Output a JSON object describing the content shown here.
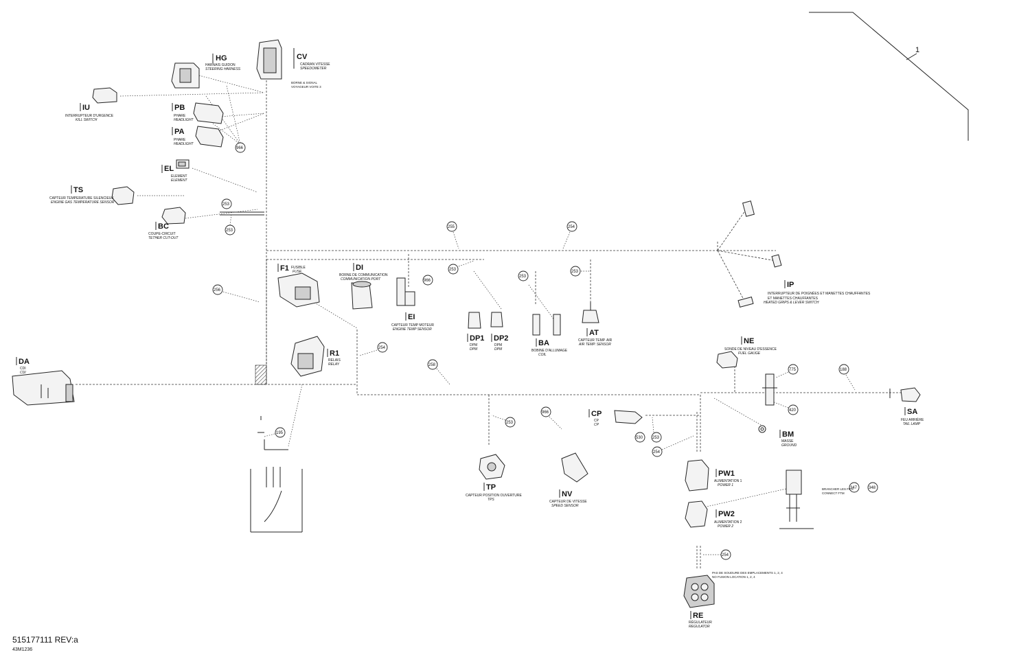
{
  "doc": {
    "number": "515177111 REV:a",
    "figure_code": "43M1236",
    "callout_main": "1"
  },
  "connectors": {
    "HG": {
      "code": "HG",
      "fr": "HARNAIS GUIDON",
      "en": "STEERING HARNESS"
    },
    "CV": {
      "code": "CV",
      "fr": "CADRAN VITESSE",
      "en": "SPEEDOMETER"
    },
    "IU": {
      "code": "IU",
      "fr": "INTERRUPTEUR D'URGENCE",
      "en": "KILL SWITCH"
    },
    "PB": {
      "code": "PB",
      "fr": "PHARE",
      "en": "HEADLIGHT"
    },
    "PA": {
      "code": "PA",
      "fr": "PHARE",
      "en": "HEADLIGHT"
    },
    "EL": {
      "code": "EL",
      "fr": "ELEMENT",
      "en": "ELEMENT"
    },
    "TS": {
      "code": "TS",
      "fr": "CAPTEUR TEMPERATURE SILENCIEUX",
      "en": "ENGINE GAS TEMPERATURE SENSOR"
    },
    "BC": {
      "code": "BC",
      "fr": "COUPE-CIRCUIT",
      "en": "TETHER CUT-OUT"
    },
    "F1": {
      "code": "F1",
      "fr": "FUSIBLE",
      "en": "FUSE"
    },
    "DI": {
      "code": "DI",
      "fr": "BORNE DE COMMUNICATION",
      "en": "COMMUNICATION PORT"
    },
    "EI": {
      "code": "EI",
      "fr": "CAPTEUR TEMP MOTEUR",
      "en": "ENGINE TEMP SENSOR"
    },
    "DP1": {
      "code": "DP1",
      "fr": "DPM",
      "en": "DPM"
    },
    "DP2": {
      "code": "DP2",
      "fr": "DPM",
      "en": "DPM"
    },
    "BA": {
      "code": "BA",
      "fr": "BOBINE D'ALLUMAGE",
      "en": "COIL"
    },
    "AT": {
      "code": "AT",
      "fr": "CAPTEUR TEMP. AIR",
      "en": "AIR TEMP. SENSOR"
    },
    "IP": {
      "code": "IP",
      "fr": "INTERRUPTEUR DE POIGNÉES ET MANETTES CHAUFFANTES",
      "en": "HEATED GRIPS & LEVER SWITCH"
    },
    "NE": {
      "code": "NE",
      "fr": "SONDE DE NIVEAU D'ESSENCE",
      "en": "FUEL GAUGE"
    },
    "DA": {
      "code": "DA",
      "fr": "CDI",
      "en": "CDI"
    },
    "R1": {
      "code": "R1",
      "fr": "RELAIS",
      "en": "RELAY"
    },
    "SA": {
      "code": "SA",
      "fr": "FEU ARRIÈRE",
      "en": "TAIL LAMP"
    },
    "BM": {
      "code": "BM",
      "fr": "MASSE",
      "en": "GROUND"
    },
    "CP": {
      "code": "CP",
      "fr": "CP",
      "en": "CP"
    },
    "TP": {
      "code": "TP",
      "fr": "CAPTEUR POSITION OUVERTURE",
      "en": "TPS"
    },
    "NV": {
      "code": "NV",
      "fr": "CAPTEUR DE VITESSE",
      "en": "SPEED SENSOR"
    },
    "PW1": {
      "code": "PW1",
      "fr": "ALIMENTATION 1",
      "en": "POWER 1"
    },
    "PW2": {
      "code": "PW2",
      "fr": "ALIMENTATION 2",
      "en": "POWER 2"
    },
    "RE": {
      "code": "RE",
      "fr": "RÉGULATEUR",
      "en": "REGULATOR"
    }
  },
  "notes": {
    "cv_note_fr": "BORNE & SIGNAL",
    "cv_note_en": "VOYAGEUR VOITE 3",
    "branch_fr": "BRANCHER LES FILS",
    "branch_en": "CONNECT FTM",
    "re_fr": "PAS DE SOUDURE DES EMPLACEMENTS 1, 2, 4",
    "re_en": "NO FUSION LOCATION 1, 2, 4"
  },
  "refs": {
    "r966a": "966",
    "r253a": "253",
    "r253b": "253",
    "r255": "255",
    "r254a": "254",
    "r256": "256",
    "r966b": "966",
    "r253c": "253",
    "r253d": "253",
    "r253e": "253",
    "r254b": "254",
    "r258": "258",
    "r775": "775",
    "r188": "188",
    "r420": "420",
    "r195": "195",
    "r253f": "253",
    "r966c": "966",
    "r530": "530",
    "r253g": "253",
    "r254c": "254",
    "r347": "347",
    "r348": "348",
    "r254d": "254"
  },
  "icons": [
    "connector",
    "fuse",
    "relay",
    "cdi-module",
    "sensor",
    "ground-ring",
    "tail-lamp",
    "regulator"
  ]
}
